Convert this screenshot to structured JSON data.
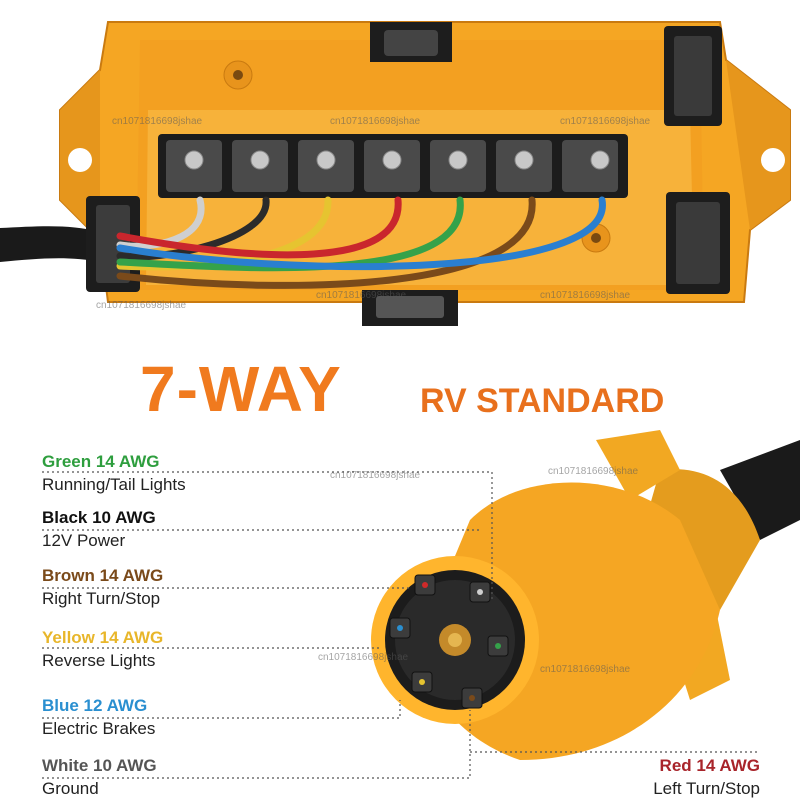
{
  "title": {
    "main": "7-WAY",
    "sub": "RV STANDARD"
  },
  "wires": [
    {
      "name": "Green 14 AWG",
      "function": "Running/Tail Lights",
      "color": "#2e9e3e"
    },
    {
      "name": "Black 10 AWG",
      "function": "12V Power",
      "color": "#111111"
    },
    {
      "name": "Brown 14 AWG",
      "function": "Right Turn/Stop",
      "color": "#7a4a1a"
    },
    {
      "name": "Yellow 14 AWG",
      "function": "Reverse Lights",
      "color": "#e8b62a"
    },
    {
      "name": "Blue 12 AWG",
      "function": "Electric Brakes",
      "color": "#2a8fd0"
    },
    {
      "name": "White 10 AWG",
      "function": "Ground",
      "color": "#555555"
    },
    {
      "name": "Red 14 AWG",
      "function": "Left Turn/Stop",
      "color": "#a8242a"
    }
  ],
  "watermark": "cn1071816698jshae",
  "colors": {
    "housing": "#f5a623",
    "housing_dark": "#d8891a",
    "accent_orange": "#f07a1e"
  }
}
